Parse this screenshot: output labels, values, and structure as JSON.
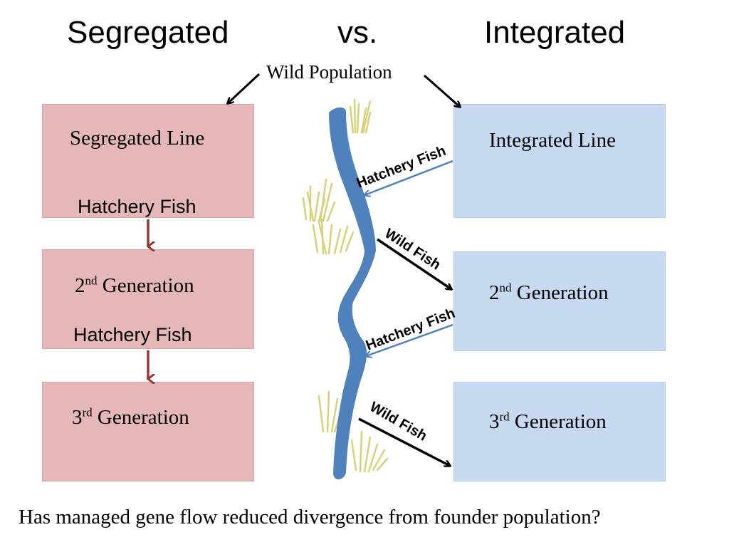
{
  "header": {
    "left": "Segregated",
    "middle": "vs.",
    "right": "Integrated"
  },
  "source_label": "Wild Population",
  "segregated": {
    "boxes": [
      {
        "title": "Segregated Line",
        "subtitle": "Hatchery Fish"
      },
      {
        "gen_num": "2",
        "gen_sup": "nd",
        "gen_word": " Generation",
        "subtitle": "Hatchery Fish"
      },
      {
        "gen_num": "3",
        "gen_sup": "rd",
        "gen_word": " Generation"
      }
    ],
    "arrow_color": "#953735"
  },
  "integrated": {
    "boxes": [
      {
        "title": "Integrated Line"
      },
      {
        "gen_num": "2",
        "gen_sup": "nd",
        "gen_word": " Generation"
      },
      {
        "gen_num": "3",
        "gen_sup": "rd",
        "gen_word": " Generation"
      }
    ]
  },
  "flow_labels": {
    "hatchery_1": "Hatchery Fish",
    "wild_1": "Wild Fish",
    "hatchery_2": "Hatchery Fish",
    "wild_2": "Wild Fish"
  },
  "question": "Has managed gene flow reduced divergence from founder population?",
  "colors": {
    "segregated_box": "#e5b7b8",
    "integrated_box": "#c6d9f0",
    "river": "#4f81bd",
    "grass": "#d7d27a",
    "hatchery_arrow": "#4f81bd",
    "wild_arrow": "#000000"
  }
}
